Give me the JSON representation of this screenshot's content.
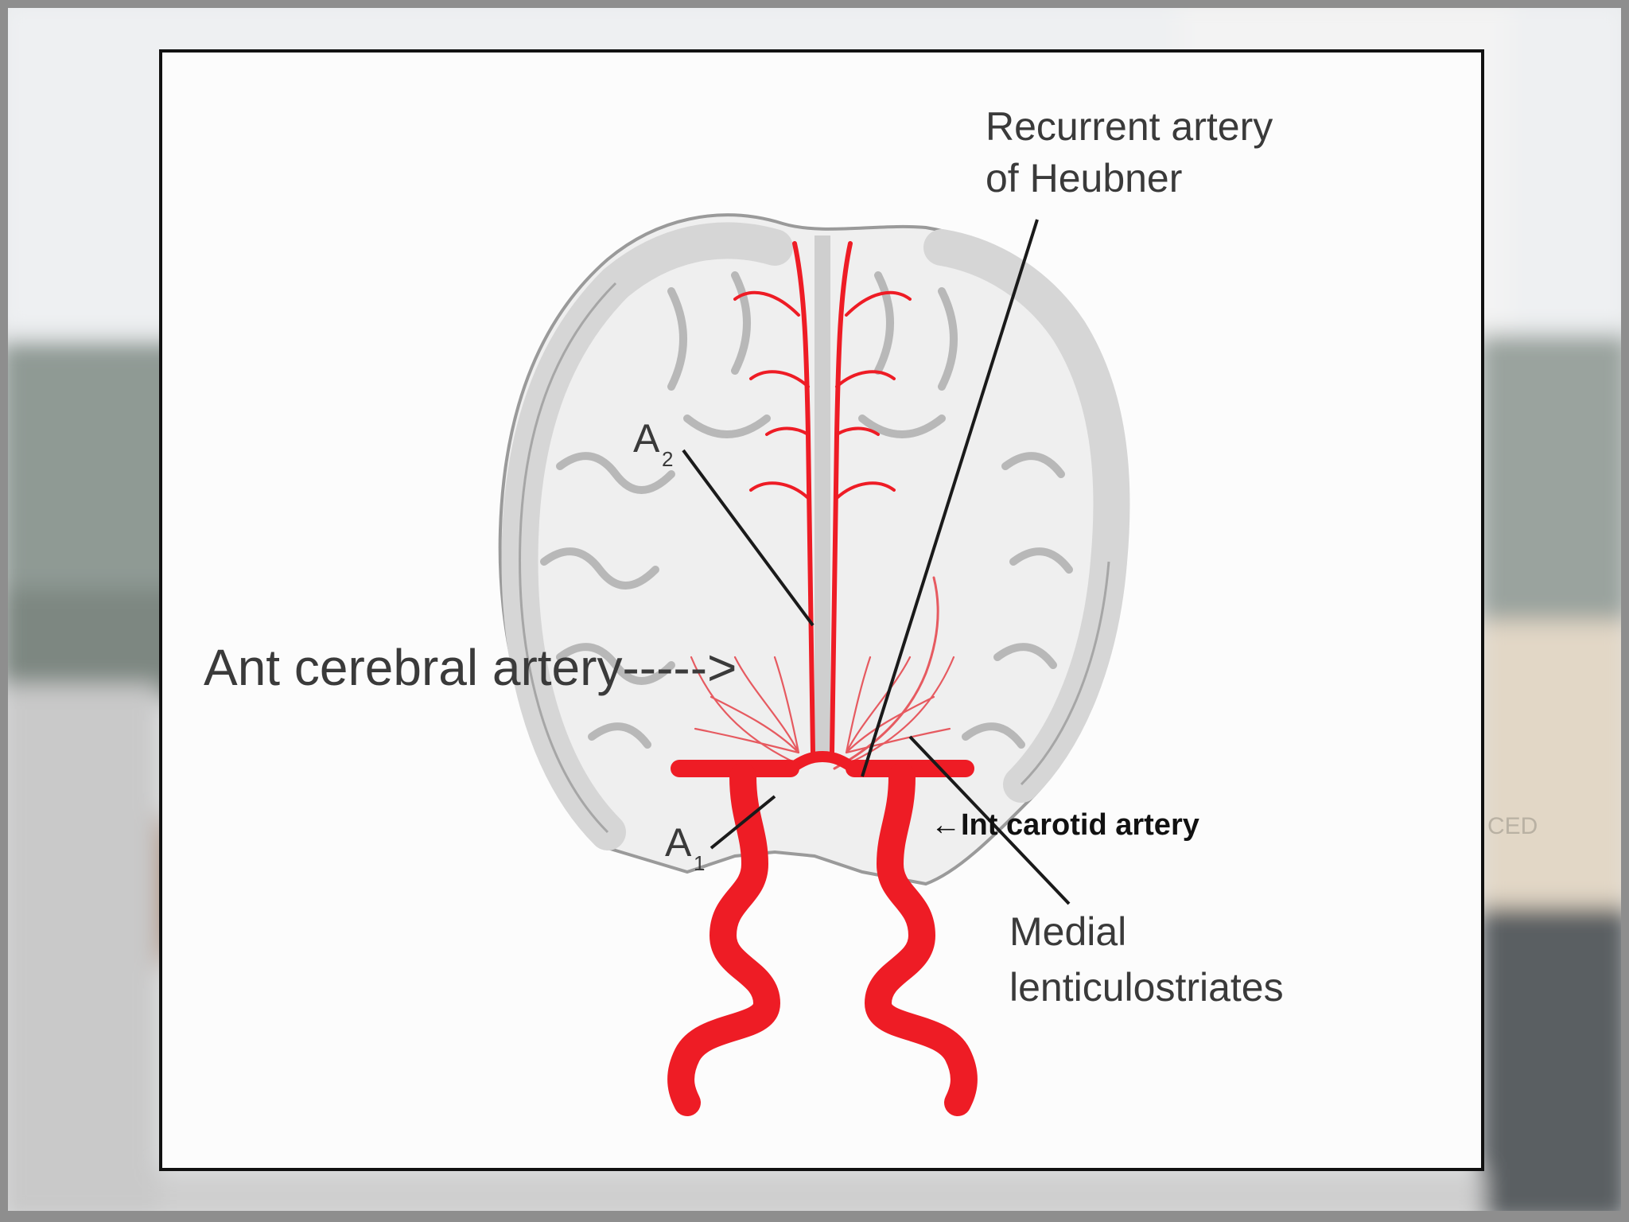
{
  "labels": {
    "recurrent_artery": [
      "Recurrent artery",
      "of Heubner"
    ],
    "a2": {
      "letter": "A",
      "sub": "2"
    },
    "a1": {
      "letter": "A",
      "sub": "1"
    },
    "ant_cerebral_artery": "Ant cerebral artery----->",
    "int_carotid_artery": "←Int carotid artery",
    "medial_lenticulostriates": [
      "Medial",
      "lenticulostriates"
    ],
    "background_badge": "CED"
  },
  "colors": {
    "artery": "#ee1c25",
    "brain_outline": "#9a9a9a",
    "brain_gray_matter": "#d9d9d9",
    "leader_line": "#1a1a1a"
  }
}
